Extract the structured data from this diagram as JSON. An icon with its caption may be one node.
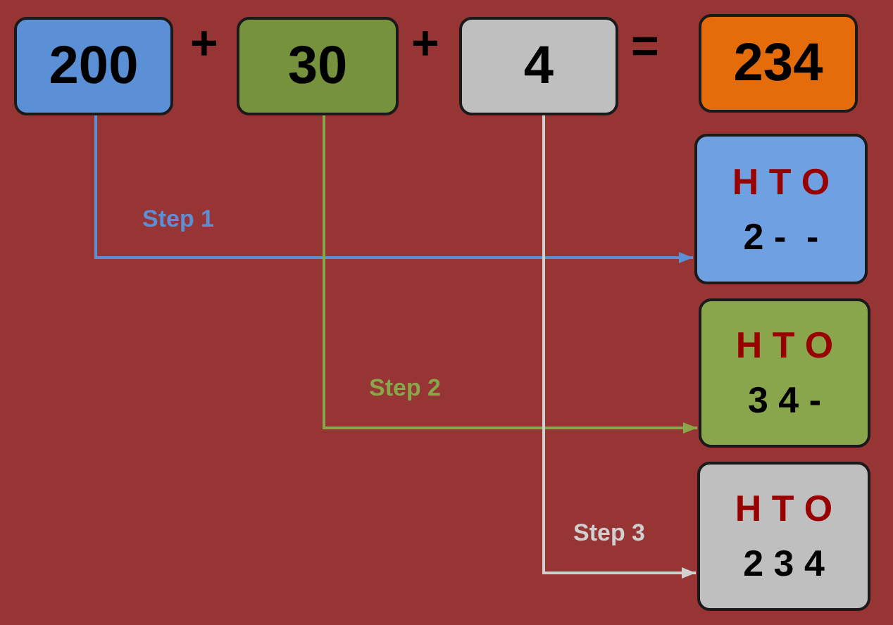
{
  "diagram": {
    "nodes": [
      {
        "text": [
          "200"
        ]
      },
      {
        "text": [
          "30"
        ]
      },
      {
        "text": [
          "4"
        ]
      },
      {
        "text": [
          "234"
        ]
      },
      {
        "text": [
          "H T O",
          "2 -  -"
        ]
      },
      {
        "text": [
          "H T O",
          "3 4 -"
        ]
      },
      {
        "text": [
          "H T O",
          "2 3 4"
        ]
      }
    ],
    "edges": [
      {
        "from": 0,
        "to": 4,
        "arrow": "to",
        "label": "Step 1",
        "color": "#5b8fd6"
      },
      {
        "from": 1,
        "to": 5,
        "arrow": "to",
        "label": "Step 2",
        "color": "#8aa64a"
      },
      {
        "from": 2,
        "to": 6,
        "arrow": "to",
        "label": "Step 3",
        "color": "#d0d0d0"
      }
    ],
    "labels": [
      "+",
      "+",
      "="
    ]
  }
}
